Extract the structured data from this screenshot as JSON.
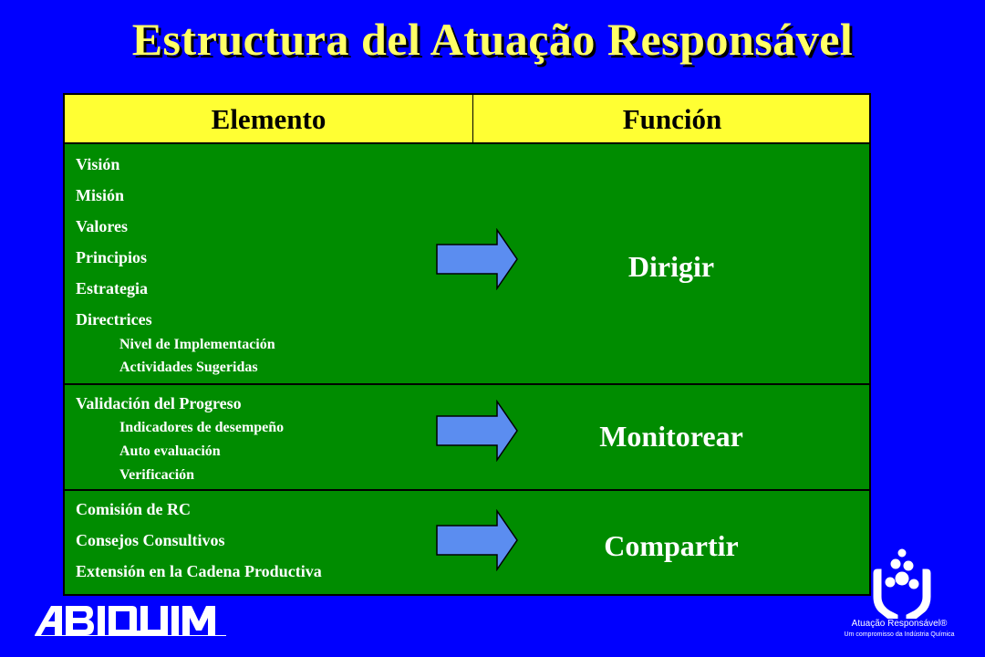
{
  "title": "Estructura del Atuação Responsável",
  "table": {
    "headers": [
      "Elemento",
      "Función"
    ],
    "rows": [
      {
        "items": [
          {
            "text": "Visión",
            "sub": false
          },
          {
            "text": "Misión",
            "sub": false
          },
          {
            "text": "Valores",
            "sub": false
          },
          {
            "text": "Principios",
            "sub": false
          },
          {
            "text": "Estrategia",
            "sub": false
          },
          {
            "text": "Directrices",
            "sub": false
          },
          {
            "text": "Nivel de Implementación",
            "sub": true
          },
          {
            "text": "Actividades Sugeridas",
            "sub": true
          }
        ],
        "function": "Dirigir"
      },
      {
        "items": [
          {
            "text": "Validación del Progreso",
            "sub": false
          },
          {
            "text": "Indicadores de desempeño",
            "sub": true
          },
          {
            "text": "Auto evaluación",
            "sub": true
          },
          {
            "text": "Verificación",
            "sub": true
          }
        ],
        "function": "Monitorear"
      },
      {
        "items": [
          {
            "text": "Comisión de RC",
            "sub": false
          },
          {
            "text": "Consejos Consultivos",
            "sub": false
          },
          {
            "text": "Extensión en la Cadena Productiva",
            "sub": false
          }
        ],
        "function": "Compartir"
      }
    ]
  },
  "logos": {
    "abiquim": "ABIQUIM",
    "ar_name": "Atuação Responsável®",
    "ar_slogan": "Um compromisso da Indústria Química"
  },
  "icons": [
    "arrow-right-icon",
    "hands-molecule-icon"
  ],
  "colors": {
    "background": "#0000FF",
    "title": "#FFFF66",
    "header": "#FFFF33",
    "body": "#008C00",
    "arrow": "#5B8DF0"
  }
}
